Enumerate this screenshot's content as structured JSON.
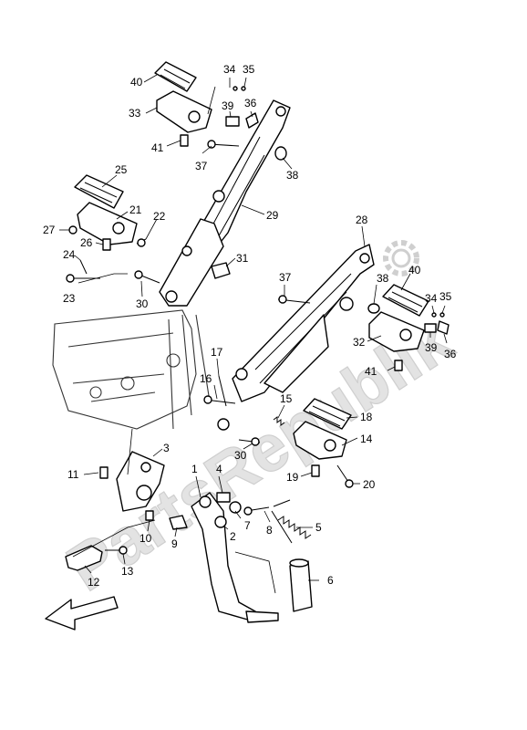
{
  "watermark": "PartsRepublik",
  "callouts": [
    {
      "id": "c40a",
      "label": "40"
    },
    {
      "id": "c34a",
      "label": "34"
    },
    {
      "id": "c35a",
      "label": "35"
    },
    {
      "id": "c33",
      "label": "33"
    },
    {
      "id": "c39a",
      "label": "39"
    },
    {
      "id": "c36a",
      "label": "36"
    },
    {
      "id": "c41a",
      "label": "41"
    },
    {
      "id": "c37a",
      "label": "37"
    },
    {
      "id": "c38a",
      "label": "38"
    },
    {
      "id": "c25",
      "label": "25"
    },
    {
      "id": "c21",
      "label": "21"
    },
    {
      "id": "c22",
      "label": "22"
    },
    {
      "id": "c29",
      "label": "29"
    },
    {
      "id": "c27",
      "label": "27"
    },
    {
      "id": "c26",
      "label": "26"
    },
    {
      "id": "c24",
      "label": "24"
    },
    {
      "id": "c23",
      "label": "23"
    },
    {
      "id": "c30a",
      "label": "30"
    },
    {
      "id": "c31",
      "label": "31"
    },
    {
      "id": "c28",
      "label": "28"
    },
    {
      "id": "c37b",
      "label": "37"
    },
    {
      "id": "c38b",
      "label": "38"
    },
    {
      "id": "c40b",
      "label": "40"
    },
    {
      "id": "c34b",
      "label": "34"
    },
    {
      "id": "c35b",
      "label": "35"
    },
    {
      "id": "c32",
      "label": "32"
    },
    {
      "id": "c39b",
      "label": "39"
    },
    {
      "id": "c36b",
      "label": "36"
    },
    {
      "id": "c41b",
      "label": "41"
    },
    {
      "id": "c17",
      "label": "17"
    },
    {
      "id": "c16",
      "label": "16"
    },
    {
      "id": "c15",
      "label": "15"
    },
    {
      "id": "c18",
      "label": "18"
    },
    {
      "id": "c14",
      "label": "14"
    },
    {
      "id": "c30b",
      "label": "30"
    },
    {
      "id": "c19",
      "label": "19"
    },
    {
      "id": "c20",
      "label": "20"
    },
    {
      "id": "c3",
      "label": "3"
    },
    {
      "id": "c11",
      "label": "11"
    },
    {
      "id": "c1",
      "label": "1"
    },
    {
      "id": "c4",
      "label": "4"
    },
    {
      "id": "c7",
      "label": "7"
    },
    {
      "id": "c8",
      "label": "8"
    },
    {
      "id": "c5",
      "label": "5"
    },
    {
      "id": "c2",
      "label": "2"
    },
    {
      "id": "c10",
      "label": "10"
    },
    {
      "id": "c9",
      "label": "9"
    },
    {
      "id": "c6",
      "label": "6"
    },
    {
      "id": "c12",
      "label": "12"
    },
    {
      "id": "c13",
      "label": "13"
    }
  ]
}
